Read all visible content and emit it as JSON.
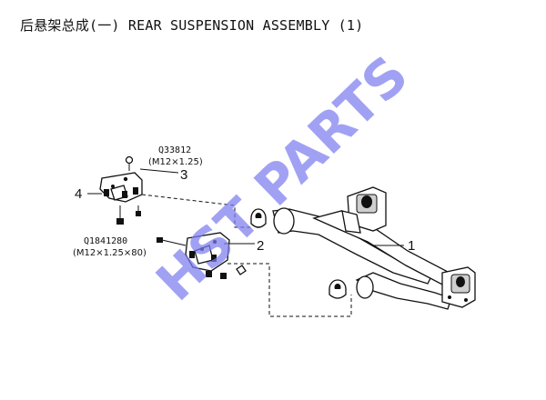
{
  "title": "后悬架总成(一) REAR SUSPENSION ASSEMBLY (1)",
  "callouts": {
    "c1": "1",
    "c2": "2",
    "c3": "3",
    "c4": "4"
  },
  "parts": {
    "bolt_top": {
      "number": "Q33812",
      "spec": "(M12×1.25)"
    },
    "bolt_long": {
      "number": "Q1841280",
      "spec": "(M12×1.25×80)"
    }
  },
  "watermark": "HST PARTS",
  "colors": {
    "watermark": "#7d7df0",
    "line": "#111111"
  }
}
